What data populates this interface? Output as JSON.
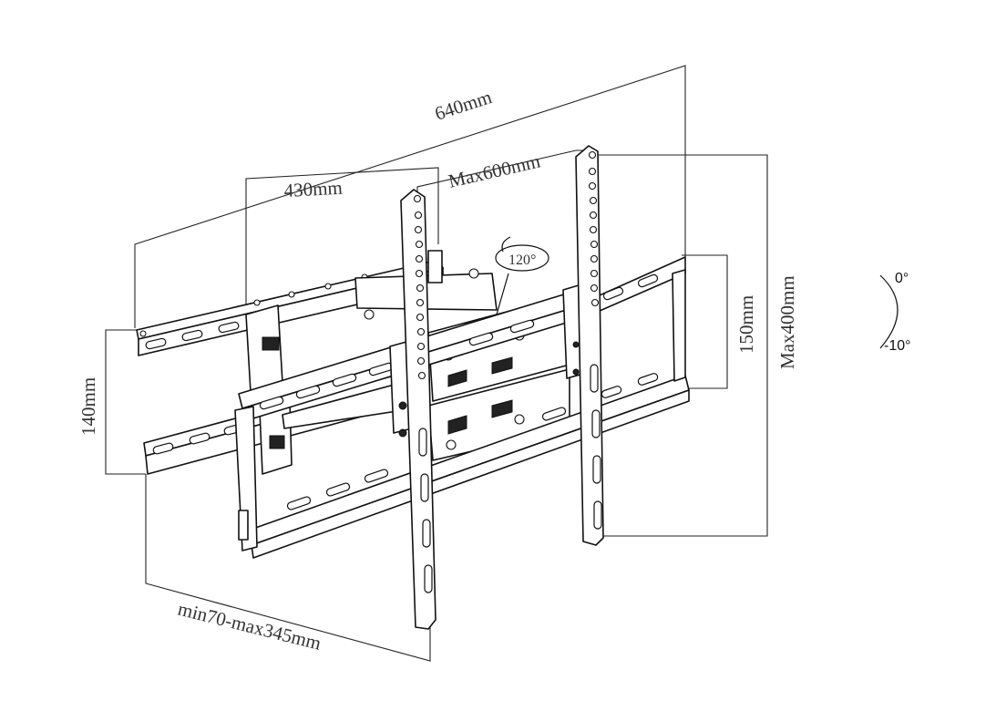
{
  "dimensions": {
    "overall_width": "640mm",
    "wall_plate_width": "430mm",
    "max_vesa_width": "Max600mm",
    "max_vesa_height": "Max400mm",
    "wall_plate_height": "150mm",
    "arm_plate_height": "140mm",
    "extension": "min70-max345mm"
  },
  "swivel": {
    "angle": "120°"
  },
  "tilt": {
    "top": "0°",
    "bottom": "-10°"
  }
}
